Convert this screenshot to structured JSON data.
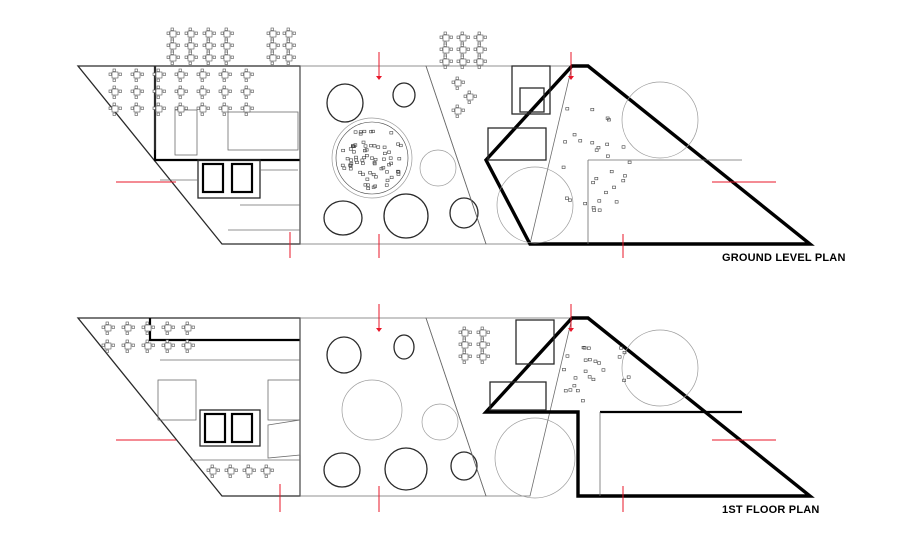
{
  "plans": [
    {
      "id": "ground",
      "title": "GROUND LEVEL PLAN"
    },
    {
      "id": "first",
      "title": "1ST FLOOR PLAN"
    }
  ],
  "colors": {
    "section_marker": "#e8172a",
    "outline": "#000000",
    "linework": "#6d6d6d"
  }
}
